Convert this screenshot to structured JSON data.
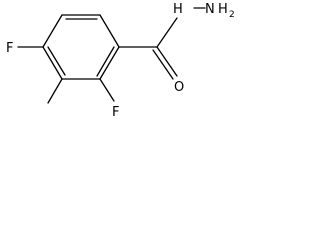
{
  "molecule": {
    "atoms": {
      "fluorine_top": "F",
      "fluorine_bottom": "F",
      "oxygen": "O",
      "hydrazide": "H",
      "nh2_n": "N",
      "nh2_h": "H",
      "nh2_sub": "2"
    },
    "bond_color": "#000000"
  }
}
